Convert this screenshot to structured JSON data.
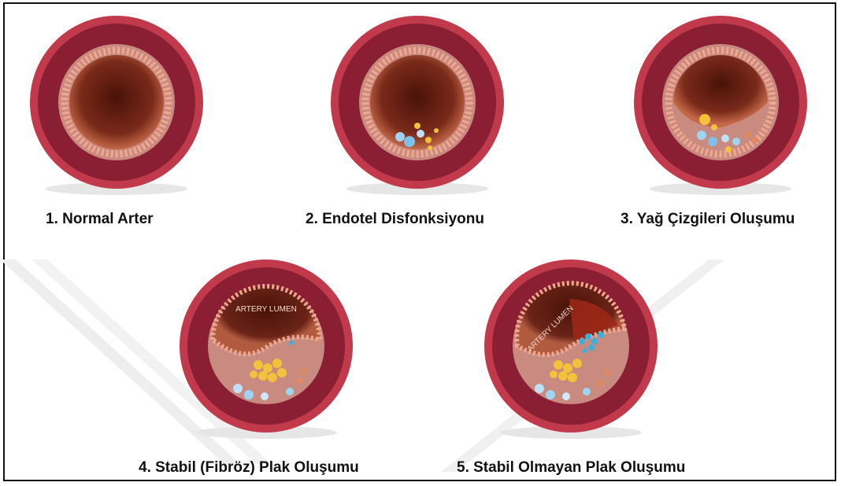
{
  "stages": [
    {
      "id": 1,
      "label": "1. Normal Arter",
      "plaque_level": 0
    },
    {
      "id": 2,
      "label": "2. Endotel Disfonksiyonu",
      "plaque_level": 1
    },
    {
      "id": 3,
      "label": "3. Yağ Çizgileri Oluşumu",
      "plaque_level": 2
    },
    {
      "id": 4,
      "label": "4. Stabil (Fibröz) Plak Oluşumu",
      "plaque_level": 3,
      "inner_label": "ARTERY LUMEN"
    },
    {
      "id": 5,
      "label": "5. Stabil Olmayan Plak Oluşumu",
      "plaque_level": 4,
      "inner_label": "ARTERY LUMEN"
    }
  ],
  "colors": {
    "adventitia": "#b5384a",
    "media": "#8a1e32",
    "intima": "#e8a090",
    "lumen": "#6b2418",
    "plaque": "#f3c23a",
    "clot": "#3ab0e0",
    "watermark": "#eeeeee"
  }
}
